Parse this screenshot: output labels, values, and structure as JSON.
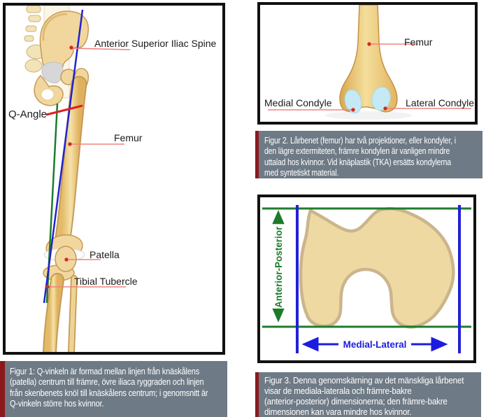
{
  "figure1": {
    "labels": {
      "asis": "Anterior Superior Iliac Spine",
      "q_angle": "Q-Angle",
      "femur": "Femur",
      "patella": "Patella",
      "tibial_tubercle": "Tibial Tubercle"
    },
    "caption": {
      "lines": [
        "Figur 1: Q-vinkeln är formad mellan linjen från knäskålens",
        "(patella) centrum till främre, övre iliaca ryggraden och linjen",
        "från skenbenets knöl till knäskålens centrum; i genomsnitt är",
        "Q-vinkeln större hos kvinnor."
      ]
    }
  },
  "figure2": {
    "labels": {
      "femur": "Femur",
      "medial_condyle": "Medial Condyle",
      "lateral_condyle": "Lateral Condyle"
    },
    "caption": {
      "lines": [
        "Figur 2. Lårbenet (femur) har två projektioner, eller kondyler, i",
        "den lägre extermiteten, främre kondylen är vanligen mindre",
        "uttalad hos kvinnor. Vid knäplastik (TKA) ersätts kondylerna",
        "med syntetiskt material."
      ]
    }
  },
  "figure3": {
    "labels": {
      "anterior_posterior": "Anterior-Posterior",
      "medial_lateral": "Medial-Lateral"
    },
    "caption": {
      "lines": [
        "Figur 3. Denna genomskärning av det mänskliga lårbenet",
        "visar de mediala-laterala och främre-bakre",
        "(anterior-posterior) dimensionerna; den främre-bakre",
        "dimensionen kan vara mindre hos kvinnor."
      ]
    }
  },
  "colors": {
    "caption_bg": "#6E7A85",
    "caption_accent": "#8B191C",
    "bone_fill": "#F1D79E",
    "bone_edge": "#C49A55",
    "condyle_fill": "#C5EAF5",
    "leader_line": "#F0837E",
    "marker_dot": "#D42B1E",
    "q_angle_line": "#E01F1F",
    "axis_blue": "#2222CC",
    "axis_green": "#1D7C2E",
    "label_blue": "#1C1CE0",
    "label_green": "#1C7C2A"
  }
}
